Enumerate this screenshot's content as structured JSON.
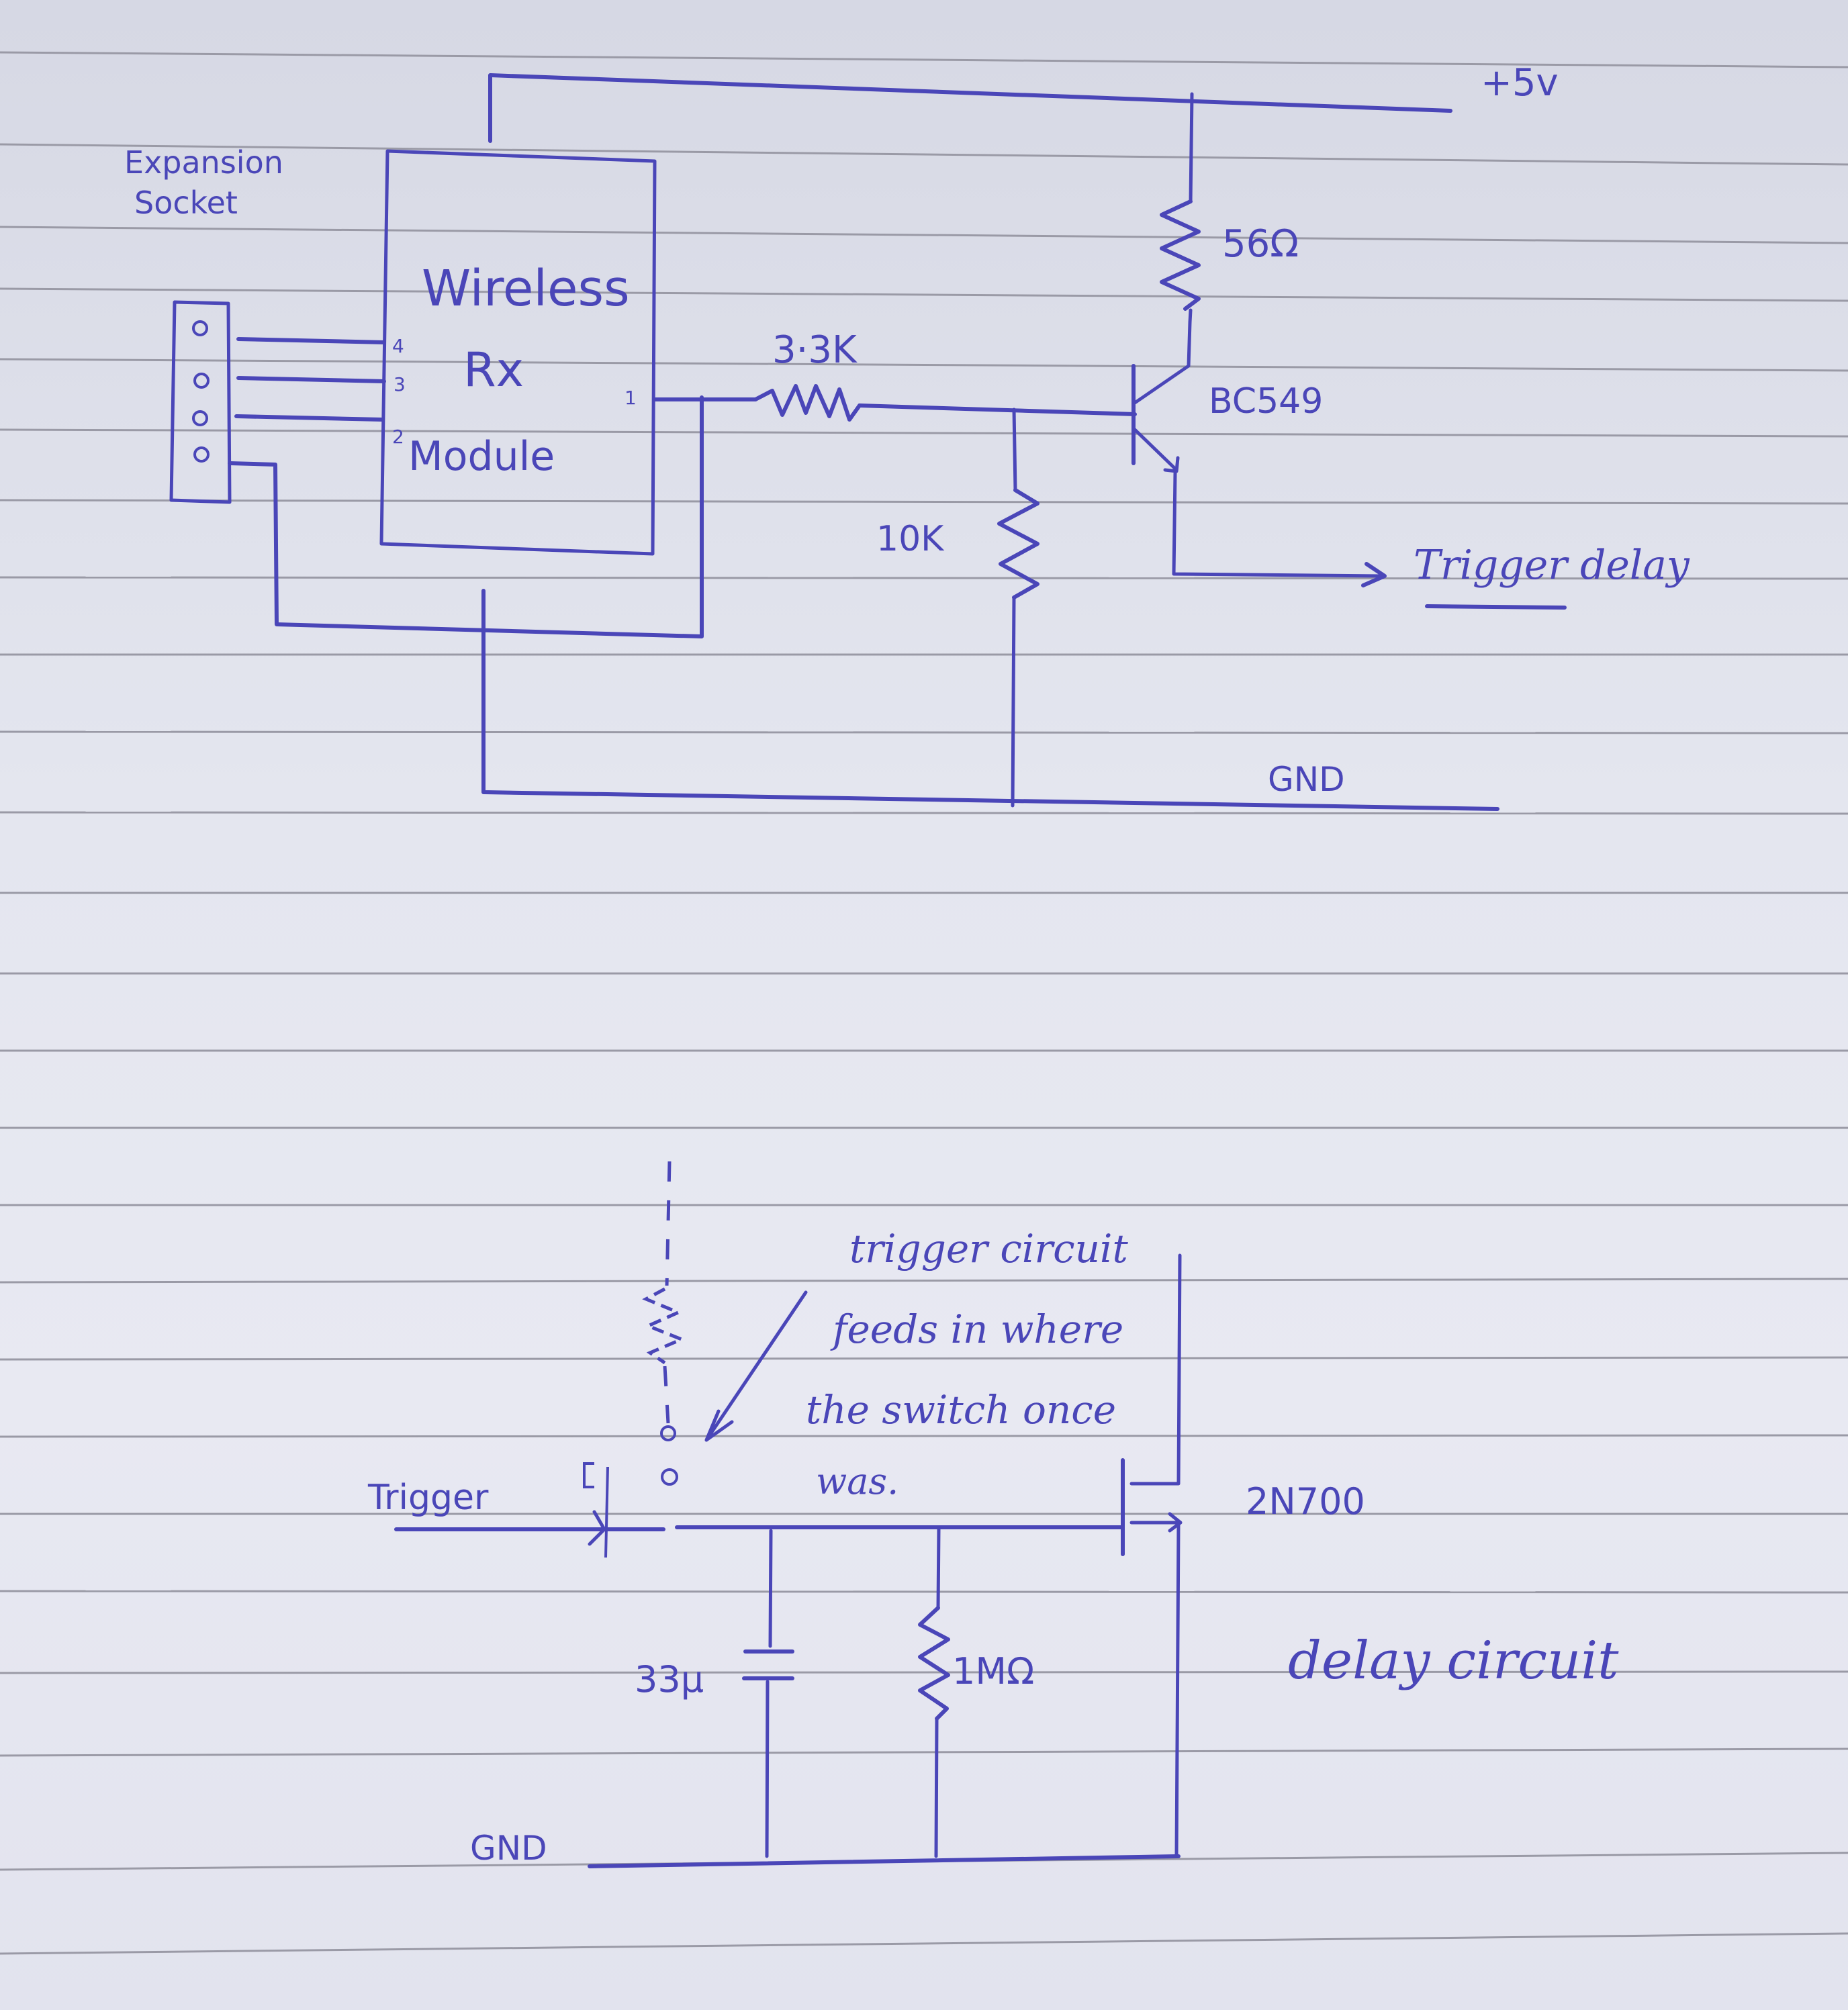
{
  "page": {
    "type": "hand-drawn schematic on lined notebook paper",
    "ink_color": "#4a46b8",
    "paper_color": "#e4e6ef",
    "rule_color": "#9a9aa6"
  },
  "top_circuit": {
    "power_rail_label": "+5v",
    "ground_label": "GND",
    "socket": {
      "label_line1": "Expansion",
      "label_line2": "Socket",
      "pin_count": 4
    },
    "module": {
      "line1": "Wireless",
      "line2": "Rx",
      "line3": "Module",
      "pins": [
        "4",
        "3",
        "2",
        "1"
      ]
    },
    "base_resistor": "3·3K",
    "pulldown_resistor": "10K",
    "collector_resistor": "56Ω",
    "transistor": "BC549",
    "output_label": "Trigger delay"
  },
  "bottom_circuit": {
    "input_label": "Trigger",
    "annotation_lines": [
      "trigger circuit",
      "feeds in where",
      "the switch once",
      "was."
    ],
    "mosfet": "2N700",
    "capacitor": "33µ",
    "resistor": "1MΩ",
    "ground_label": "GND",
    "title": "delay circuit"
  }
}
